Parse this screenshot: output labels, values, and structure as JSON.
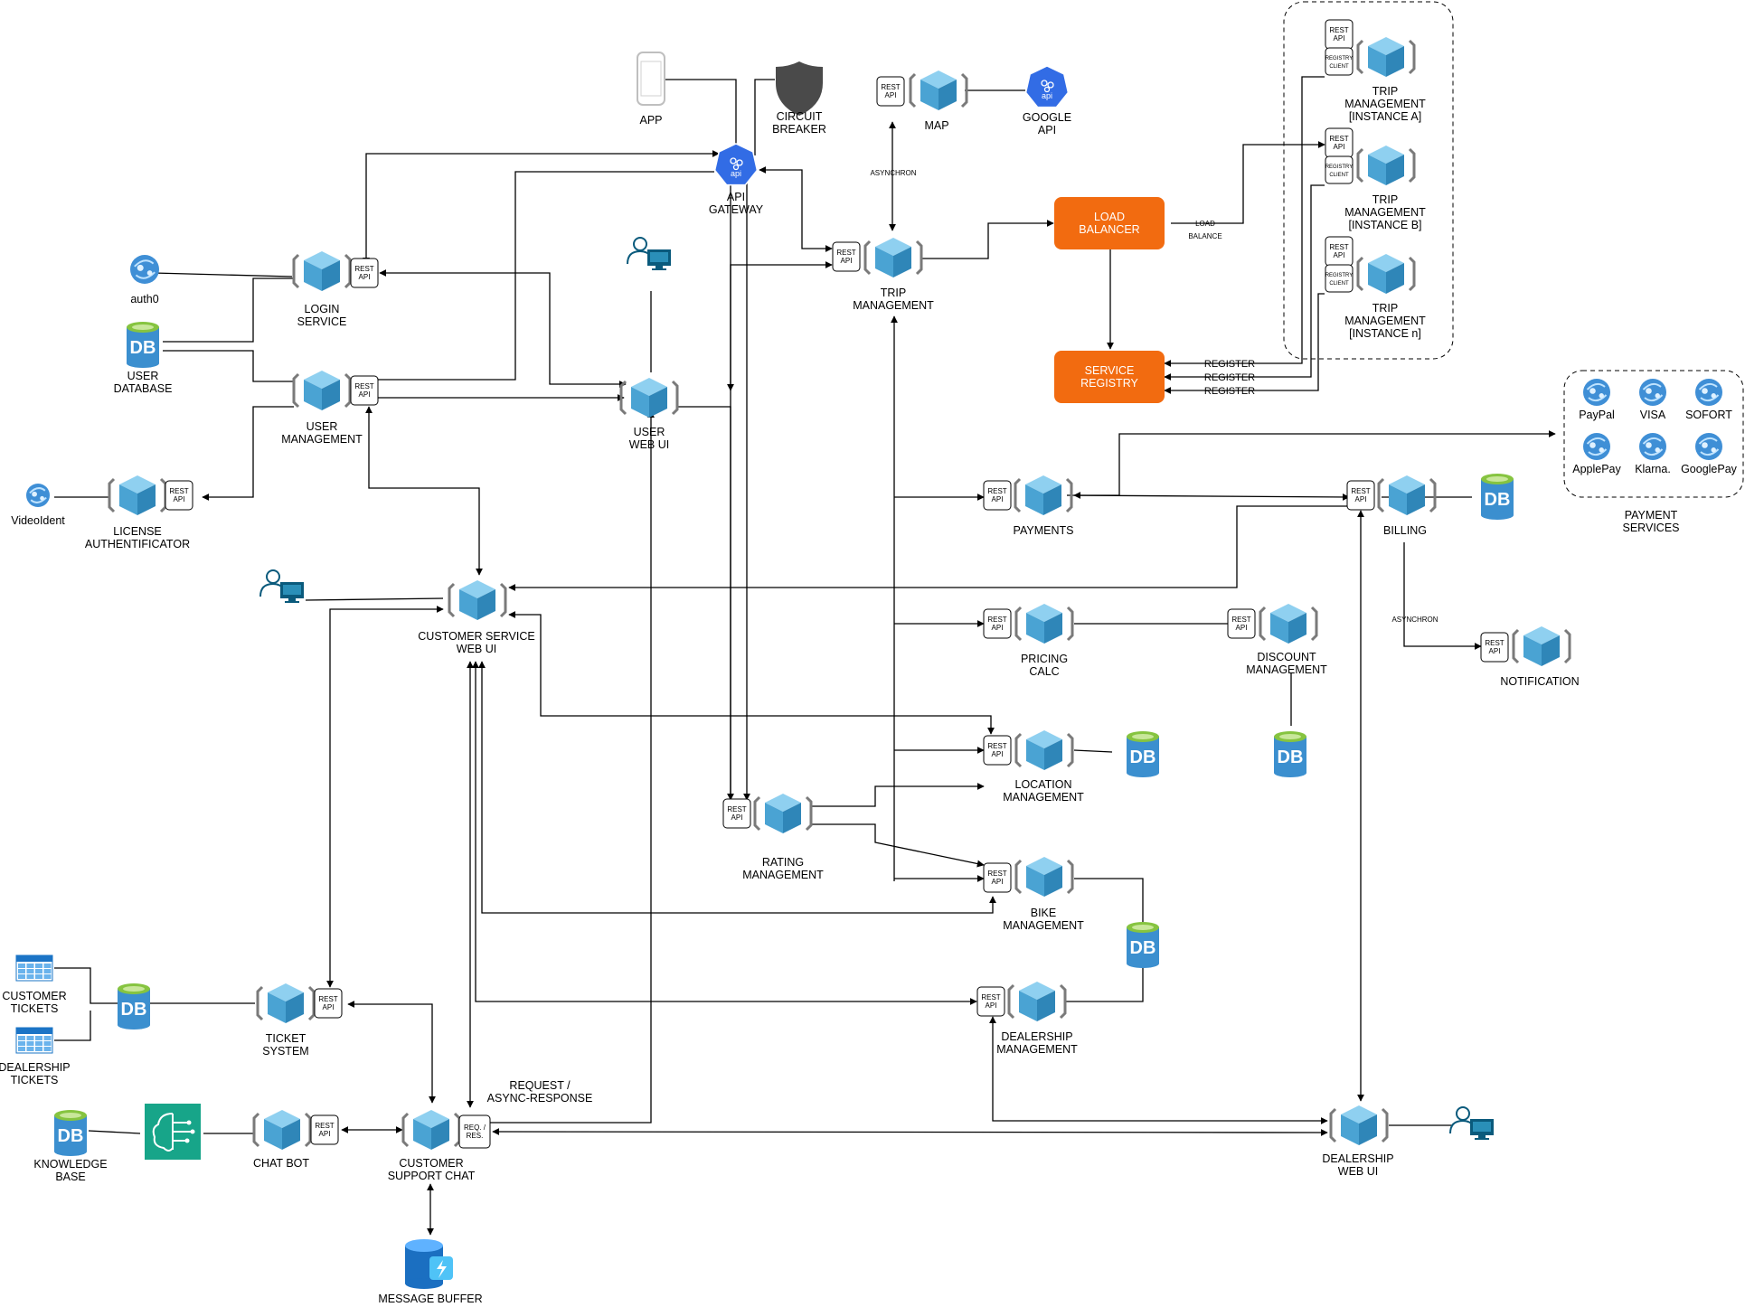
{
  "nodes": {
    "app": "APP",
    "circuit_breaker": [
      "CIRCUIT",
      "BREAKER"
    ],
    "api_gateway": [
      "API",
      "GATEWAY"
    ],
    "map": "MAP",
    "google_api": [
      "GOOGLE",
      "API"
    ],
    "asynchron_map": "ASYNCHRON",
    "trip_a": [
      "TRIP",
      "MANAGEMENT",
      "[INSTANCE A]"
    ],
    "trip_b": [
      "TRIP",
      "MANAGEMENT",
      "[INSTANCE B]"
    ],
    "trip_n": [
      "TRIP",
      "MANAGEMENT",
      "[INSTANCE n]"
    ],
    "load_balancer": [
      "LOAD",
      "BALANCER"
    ],
    "load_balance": [
      "LOAD",
      "BALANCE"
    ],
    "service_registry": [
      "SERVICE",
      "REGISTRY"
    ],
    "register": "REGISTER",
    "trip_management": [
      "TRIP",
      "MANAGEMENT"
    ],
    "auth0": "auth0",
    "login_service": [
      "LOGIN",
      "SERVICE"
    ],
    "user_database": [
      "USER",
      "DATABASE"
    ],
    "user_management": [
      "USER",
      "MANAGEMENT"
    ],
    "user_web_ui": [
      "USER",
      "WEB UI"
    ],
    "video_ident": "VideoIdent",
    "license_auth": [
      "LICENSE",
      "AUTHENTIFICATOR"
    ],
    "payments": "PAYMENTS",
    "billing": "BILLING",
    "payment_services": [
      "PAYMENT",
      "SERVICES"
    ],
    "payment_providers": [
      "PayPal",
      "VISA",
      "SOFORT",
      "ApplePay",
      "Klarna.",
      "GooglePay"
    ],
    "asynchron_billing": "ASYNCHRON",
    "notification": "NOTIFICATION",
    "customer_service_web_ui": [
      "CUSTOMER SERVICE",
      "WEB UI"
    ],
    "pricing_calc": [
      "PRICING",
      "CALC"
    ],
    "discount_management": [
      "DISCOUNT",
      "MANAGEMENT"
    ],
    "location_management": [
      "LOCATION",
      "MANAGEMENT"
    ],
    "rating_management": [
      "RATING",
      "MANAGEMENT"
    ],
    "bike_management": [
      "BIKE",
      "MANAGEMENT"
    ],
    "customer_tickets": [
      "CUSTOMER",
      "TICKETS"
    ],
    "dealership_tickets": [
      "DEALERSHIP",
      "TICKETS"
    ],
    "ticket_system": [
      "TICKET",
      "SYSTEM"
    ],
    "dealership_management": [
      "DEALERSHIP",
      "MANAGEMENT"
    ],
    "request_async": [
      "REQUEST /",
      "ASYNC-RESPONSE"
    ],
    "knowledge_base": [
      "KNOWLEDGE",
      "BASE"
    ],
    "chat_bot": "CHAT BOT",
    "customer_support_chat": [
      "CUSTOMER",
      "SUPPORT CHAT"
    ],
    "dealership_web_ui": [
      "DEALERSHIP",
      "WEB UI"
    ],
    "message_buffer": "MESSAGE BUFFER"
  },
  "badges": {
    "rest_api": [
      "REST",
      "API"
    ],
    "registry_client": [
      "REGISTRY",
      "CLIENT"
    ],
    "req_res": [
      "REQ. /",
      "RES."
    ]
  },
  "db_label": "DB",
  "api_label": "api",
  "colors": {
    "service_cube": "#4aa3d3",
    "orange_box": "#f26b10",
    "db_green": "#86c440",
    "db_blue": "#3b8fcf",
    "ml_green": "#17a589",
    "user_icon": "#0a5a7c",
    "api_badge": "#326ce5",
    "shield": "#4a4a4a"
  },
  "icons": [
    "phone-icon",
    "shield-icon",
    "api-gateway-icon",
    "service-cube-icon",
    "database-icon",
    "globe-icon",
    "user-monitor-icon",
    "table-icon",
    "ai-brain-icon",
    "queue-storage-icon"
  ]
}
